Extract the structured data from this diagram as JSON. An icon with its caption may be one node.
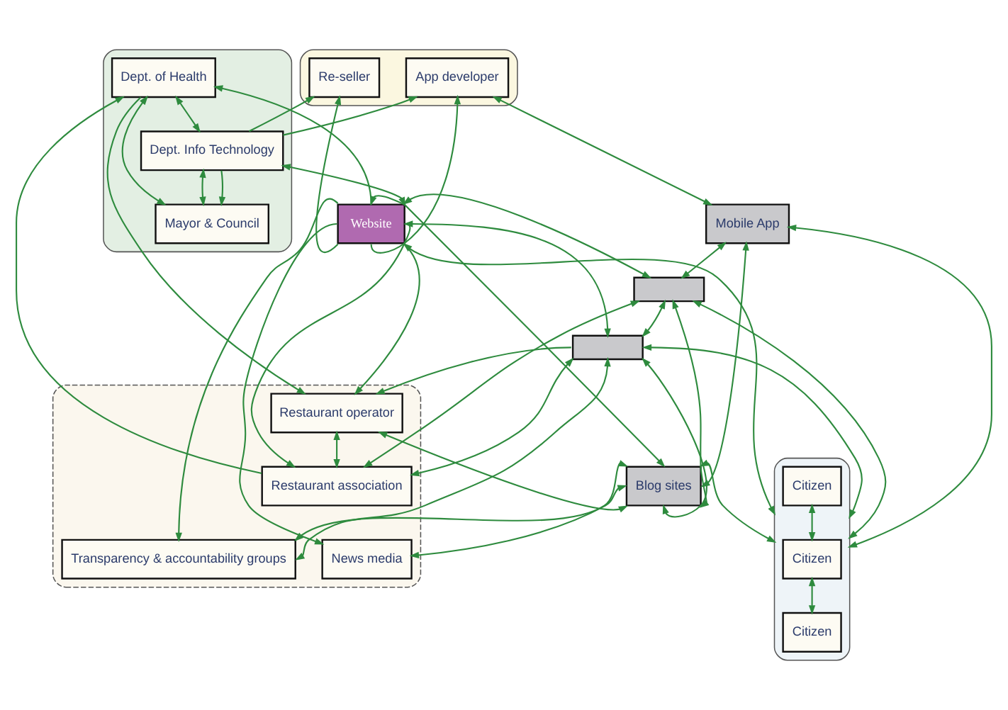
{
  "diagram": {
    "nodes": [
      {
        "text": [],
        "shape": "ellipse"
      },
      {
        "text": [
          "Mayor & Council"
        ],
        "in": 0
      },
      {
        "text": [
          "Dept. of Health"
        ],
        "in": 0
      },
      {
        "text": [
          "Dept. Info Technology"
        ],
        "in": 0
      },
      {
        "text": [],
        "shape": "ellipse"
      },
      {
        "text": [
          "App developer"
        ],
        "in": 4
      },
      {
        "text": [
          "Re-seller"
        ],
        "in": 4
      },
      {
        "text": [
          "Mobile App"
        ]
      },
      {
        "text": [],
        "shape": "box"
      },
      {
        "text": [
          "Website"
        ]
      },
      {
        "text": [],
        "shape": "box"
      },
      {
        "text": [],
        "shape": "ellipse"
      },
      {
        "text": [
          "Citizen"
        ],
        "in": 11
      },
      {
        "text": [
          "Citizen"
        ],
        "in": 11
      },
      {
        "text": [
          "Citizen"
        ],
        "in": 11
      },
      {
        "text": [],
        "shape": "cloud"
      },
      {
        "text": [
          "Restaurant operator"
        ],
        "in": 15
      },
      {
        "text": [
          "Restaurant association"
        ],
        "in": 15
      },
      {
        "text": [
          "Blog sites"
        ]
      },
      {
        "text": [
          "News media"
        ],
        "in": 15
      },
      {
        "text": [
          "Transparency & accountability groups"
        ],
        "in": 15
      }
    ],
    "edges": [
      {
        "from": 2,
        "to": 1,
        "arrow": "both"
      },
      {
        "from": 3,
        "to": 1,
        "arrow": "both"
      },
      {
        "from": 3,
        "to": 1,
        "arrow": "to"
      },
      {
        "from": 2,
        "to": 3,
        "arrow": "both"
      },
      {
        "from": 3,
        "to": 5,
        "arrow": "to"
      },
      {
        "from": 3,
        "to": 6,
        "arrow": "to"
      },
      {
        "from": 9,
        "to": 2,
        "arrow": "to"
      },
      {
        "from": 9,
        "to": 3,
        "arrow": "both"
      },
      {
        "from": 17,
        "to": 2,
        "arrow": "to"
      },
      {
        "from": 2,
        "to": 16,
        "arrow": "to"
      },
      {
        "from": 9,
        "to": 17,
        "arrow": "to"
      },
      {
        "from": 9,
        "to": 16,
        "arrow": "to"
      },
      {
        "from": 9,
        "to": 5,
        "arrow": "to"
      },
      {
        "from": 9,
        "to": 6,
        "arrow": "to"
      },
      {
        "from": 9,
        "to": 19,
        "arrow": "to"
      },
      {
        "from": 9,
        "to": 20,
        "arrow": "to"
      },
      {
        "from": 9,
        "to": 18,
        "arrow": "both"
      },
      {
        "from": 9,
        "to": 8,
        "arrow": "both"
      },
      {
        "from": 9,
        "to": 10,
        "arrow": "both"
      },
      {
        "from": 9,
        "to": 11,
        "arrow": "both"
      },
      {
        "from": 5,
        "to": 7,
        "arrow": "both"
      },
      {
        "from": 7,
        "to": 8,
        "arrow": "both"
      },
      {
        "from": 7,
        "to": 11,
        "arrow": "both"
      },
      {
        "from": 8,
        "to": 10,
        "arrow": "both"
      },
      {
        "from": 8,
        "to": 11,
        "arrow": "both"
      },
      {
        "from": 10,
        "to": 11,
        "arrow": "both"
      },
      {
        "from": 18,
        "to": 11,
        "arrow": "both"
      },
      {
        "from": 12,
        "to": 13,
        "arrow": "both"
      },
      {
        "from": 13,
        "to": 14,
        "arrow": "both"
      },
      {
        "from": 7,
        "to": 18,
        "arrow": "both"
      },
      {
        "from": 8,
        "to": 18,
        "arrow": "both"
      },
      {
        "from": 10,
        "to": 18,
        "arrow": "both"
      },
      {
        "from": 16,
        "to": 18,
        "arrow": "both"
      },
      {
        "from": 16,
        "to": 17,
        "arrow": "both"
      },
      {
        "from": 18,
        "to": 19,
        "arrow": "both"
      },
      {
        "from": 18,
        "to": 20,
        "arrow": "both"
      },
      {
        "from": 10,
        "to": 20,
        "arrow": "both"
      },
      {
        "from": 17,
        "to": 8,
        "arrow": "both"
      },
      {
        "from": 17,
        "to": 10,
        "arrow": "both"
      },
      {
        "from": 10,
        "to": 16,
        "arrow": "to"
      }
    ]
  }
}
